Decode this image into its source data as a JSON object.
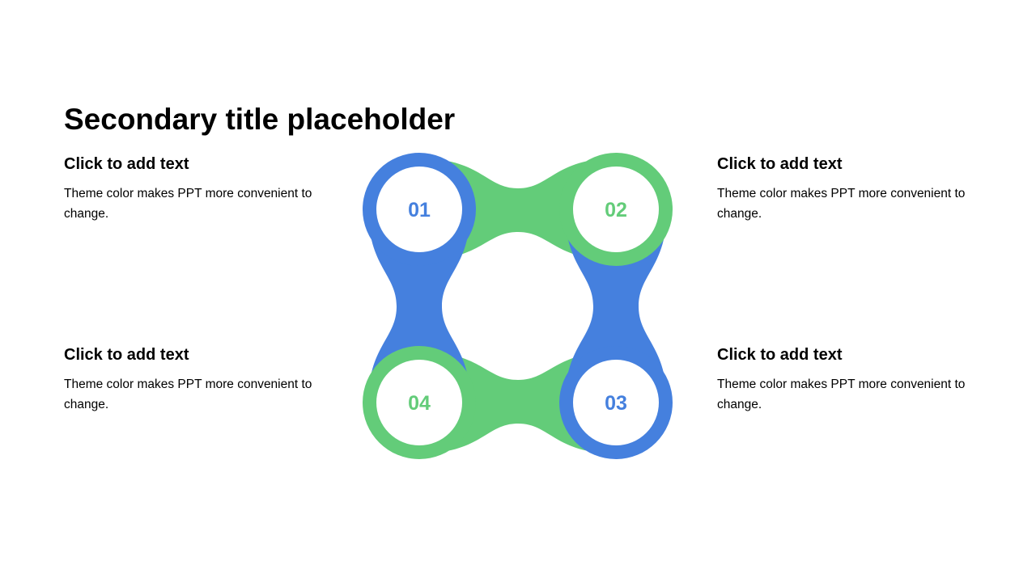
{
  "title": "Secondary title placeholder",
  "colors": {
    "blue": "#4580DE",
    "green": "#63CC79"
  },
  "items": [
    {
      "number": "01",
      "heading": "Click to add text",
      "body": "Theme color makes PPT more convenient to change."
    },
    {
      "number": "02",
      "heading": "Click to add text",
      "body": "Theme color makes PPT more convenient to change."
    },
    {
      "number": "03",
      "heading": "Click to add text",
      "body": "Theme color makes PPT more convenient to change."
    },
    {
      "number": "04",
      "heading": "Click to add text",
      "body": "Theme color makes PPT more convenient to change."
    }
  ]
}
